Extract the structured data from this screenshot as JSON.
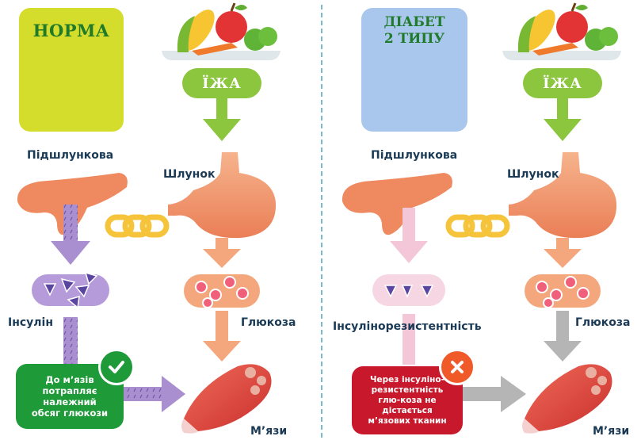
{
  "colors": {
    "green": "#1f9a38",
    "red": "#c8192c",
    "lime": "#d4dd2b",
    "blue": "#a9c7ec",
    "food_green": "#8cc63e",
    "purple": "#a98fcf",
    "orange_arrow": "#f4a77c",
    "grey_arrow": "#b5b5b5",
    "pink_arrow": "#f3c7d8"
  },
  "left": {
    "tag": "НОРМА",
    "food": "ЇЖА",
    "pancreas": "Підшлункова",
    "stomach": "Шлунок",
    "insulin": "Інсулін",
    "glucose": "Глюкоза",
    "muscles": "М’язи",
    "box_text": "До м’язів потрапляє належний обсяг глюкози",
    "badge_icon": "check-icon"
  },
  "right": {
    "tag": "ДІАБЕТ 2 ТИПУ",
    "food": "ЇЖА",
    "pancreas": "Підшлункова",
    "stomach": "Шлунок",
    "insulin": "Інсулінорезистентність",
    "glucose": "Глюкоза",
    "muscles": "М’язи",
    "box_text": "Через інсуліно-резистентність глю-коза не дістається м’язових тканин",
    "badge_icon": "cross-icon"
  }
}
